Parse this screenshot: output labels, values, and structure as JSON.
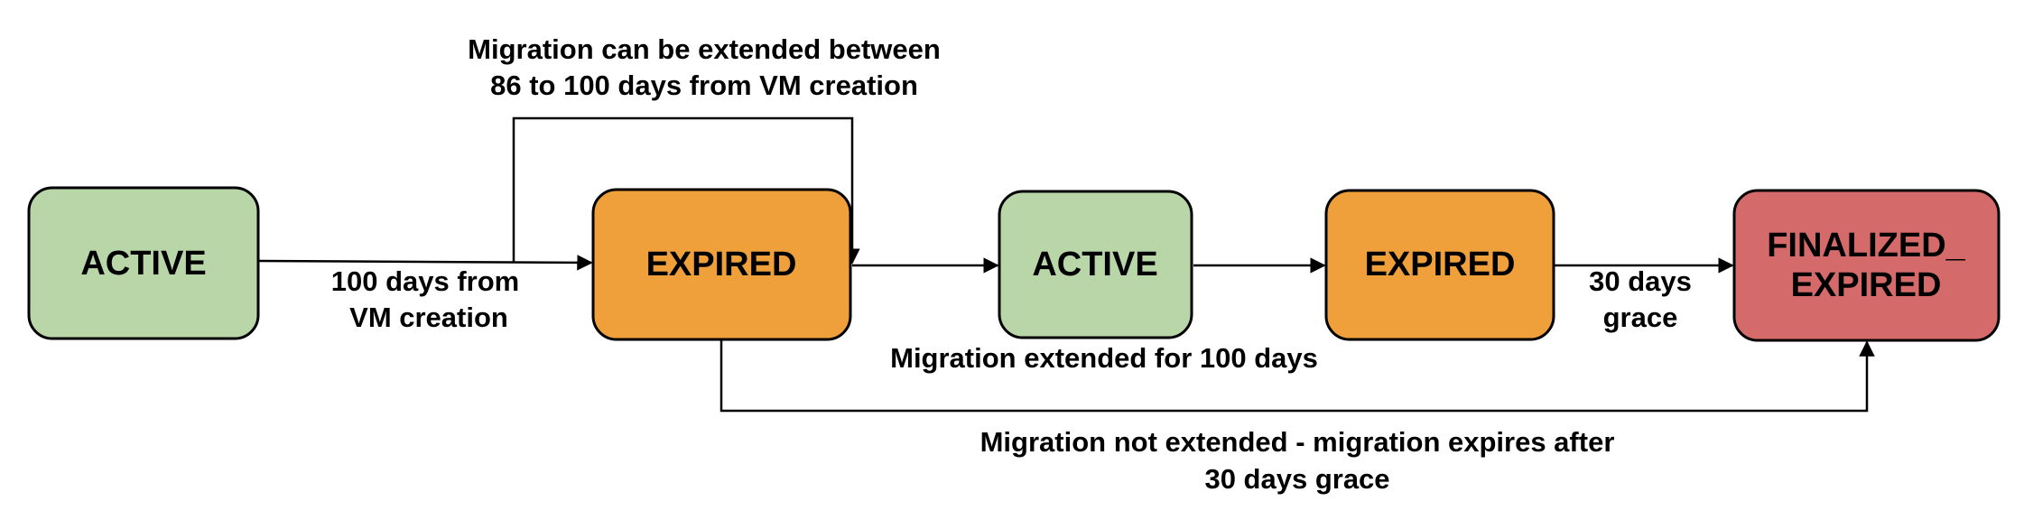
{
  "colors": {
    "active": "#b8d6a8",
    "expired": "#f0a03a",
    "finalized": "#d46a6a",
    "stroke": "#000000"
  },
  "nodes": {
    "active_1": {
      "label": "ACTIVE"
    },
    "expired_1": {
      "label": "EXPIRED"
    },
    "active_2": {
      "label": "ACTIVE"
    },
    "expired_2": {
      "label": "EXPIRED"
    },
    "finalized": {
      "label_line1": "FINALIZED_",
      "label_line2": "EXPIRED"
    }
  },
  "edges": {
    "creation": {
      "line1": "100 days from",
      "line2": "VM creation"
    },
    "extension_window": {
      "line1": "Migration can be extended between",
      "line2": "86 to 100 days from VM creation"
    },
    "extended": {
      "line1": "Migration extended for 100 days"
    },
    "grace": {
      "line1": "30 days",
      "line2": "grace"
    },
    "not_extended": {
      "line1": "Migration not extended - migration expires after",
      "line2": "30 days grace"
    }
  }
}
